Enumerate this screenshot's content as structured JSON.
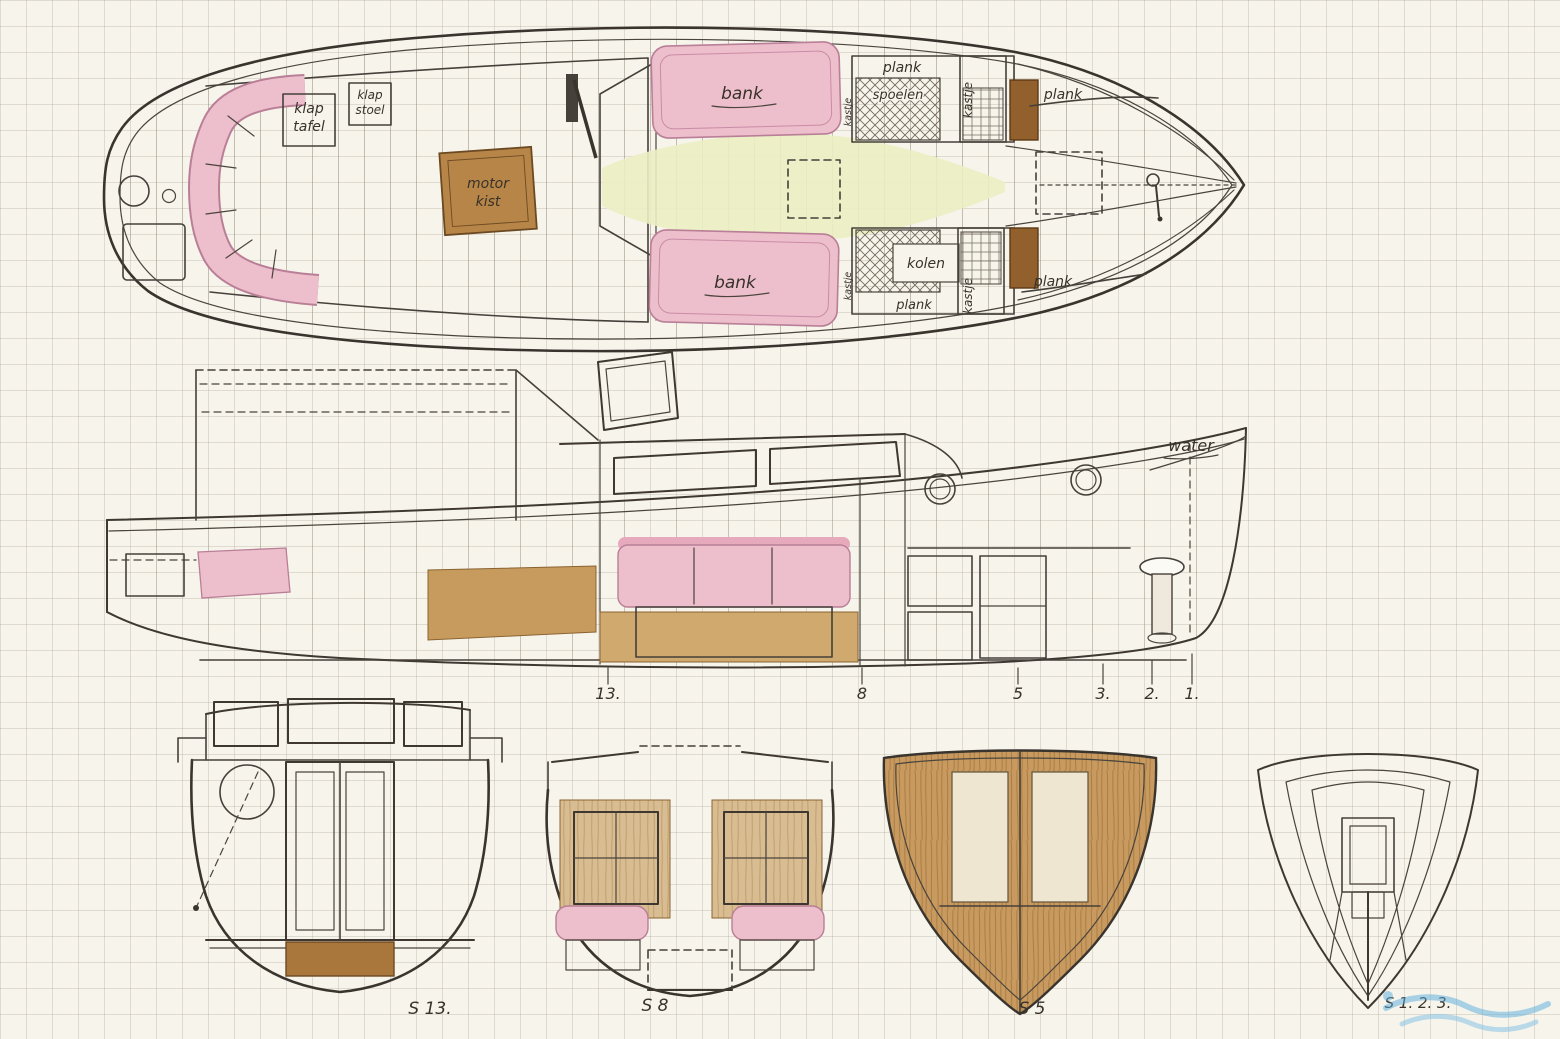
{
  "plan_view": {
    "klap_tafel": {
      "l1": "klap",
      "l2": "tafel"
    },
    "klap_stoel": {
      "l1": "klap",
      "l2": "stoel"
    },
    "motor_kist": {
      "l1": "motor",
      "l2": "kist"
    },
    "bank_top": "bank",
    "bank_bottom": "bank",
    "plank_top": "plank",
    "spoelen": "spoelen",
    "kastje_top": "kastje",
    "plank_top_right": "plank",
    "kastje_mid_top": "kastje",
    "kastje_mid_bottom": "kastje",
    "kolen": "kolen",
    "plank_bottom": "plank",
    "kastje_bottom": "kastje",
    "plank_bottom_right": "plank"
  },
  "side_view": {
    "water": "water",
    "stations": [
      "13.",
      "8",
      "5",
      "3.",
      "2.",
      "1."
    ]
  },
  "sections": {
    "s13": "S 13.",
    "s8": "S 8",
    "s5": "S 5",
    "bow": "S 1. 2. 3."
  },
  "colors": {
    "ink": "#4a443c",
    "pink": "#edbecb",
    "yellow_green": "#ebeec3",
    "wood": "#c89a5f",
    "dark_wood": "#91602c",
    "watermark_blue": "#5aaede"
  }
}
